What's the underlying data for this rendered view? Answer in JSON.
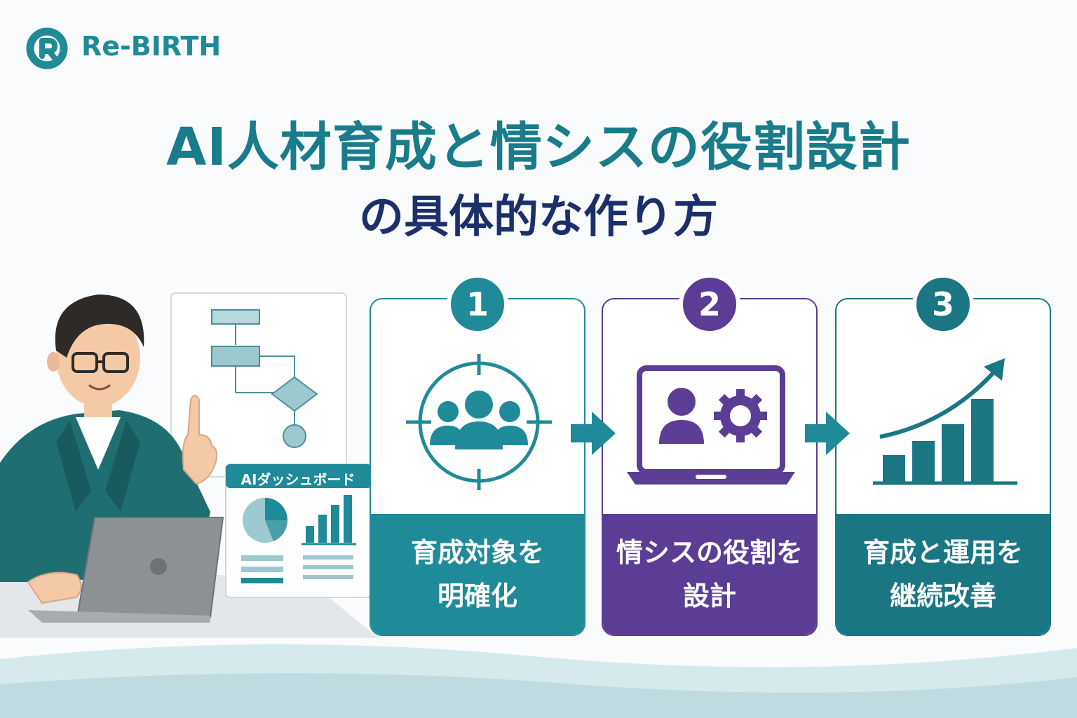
{
  "brand": {
    "name": "Re-BIRTH",
    "color": "#1f8a98"
  },
  "title": {
    "line1": "AI人材育成と情シスの役割設計",
    "line2": "の具体的な作り方"
  },
  "colors": {
    "teal": "#1f8a98",
    "purple": "#5b3d95",
    "dark_teal": "#1a7682",
    "navy": "#1d2f6b"
  },
  "dashboard": {
    "title": "AIダッシュボード"
  },
  "steps": [
    {
      "number": "1",
      "line1": "育成対象を",
      "line2": "明確化",
      "icon": "target-people-icon"
    },
    {
      "number": "2",
      "line1": "情シスの役割を",
      "line2": "設計",
      "icon": "laptop-user-gear-icon"
    },
    {
      "number": "3",
      "line1": "育成と運用を",
      "line2": "継続改善",
      "icon": "growth-chart-icon"
    }
  ]
}
